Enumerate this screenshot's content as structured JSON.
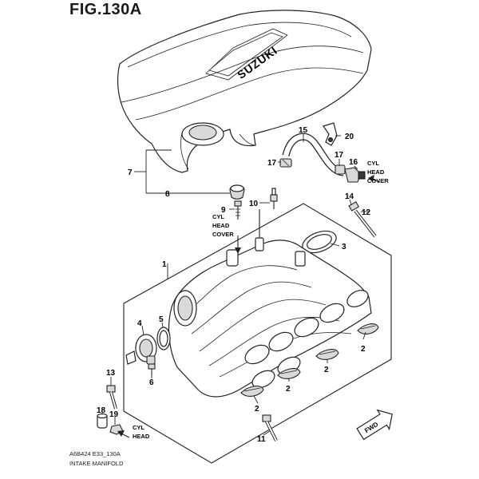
{
  "figure": {
    "title": "FIG.130A",
    "diagram_code": "A6B424 E33_130A",
    "caption": "INTAKE MANIFOLD"
  },
  "labels": {
    "brand": "SUZUKI",
    "fwd": "FWD",
    "cyl_head_cover_right": [
      "CYL",
      "HEAD",
      "COVER"
    ],
    "cyl_head_cover_center": [
      "CYL",
      "HEAD",
      "COVER"
    ],
    "cyl_head_bottom": [
      "CYL",
      "HEAD"
    ]
  },
  "callouts": {
    "c1": "1",
    "c2a": "2",
    "c2b": "2",
    "c2c": "2",
    "c2d": "2",
    "c3": "3",
    "c4": "4",
    "c5": "5",
    "c6": "6",
    "c7": "7",
    "c8": "8",
    "c9": "9",
    "c10": "10",
    "c11": "11",
    "c12": "12",
    "c13": "13",
    "c14": "14",
    "c15": "15",
    "c16": "16",
    "c17a": "17",
    "c17b": "17",
    "c18": "18",
    "c19": "19",
    "c20": "20"
  }
}
